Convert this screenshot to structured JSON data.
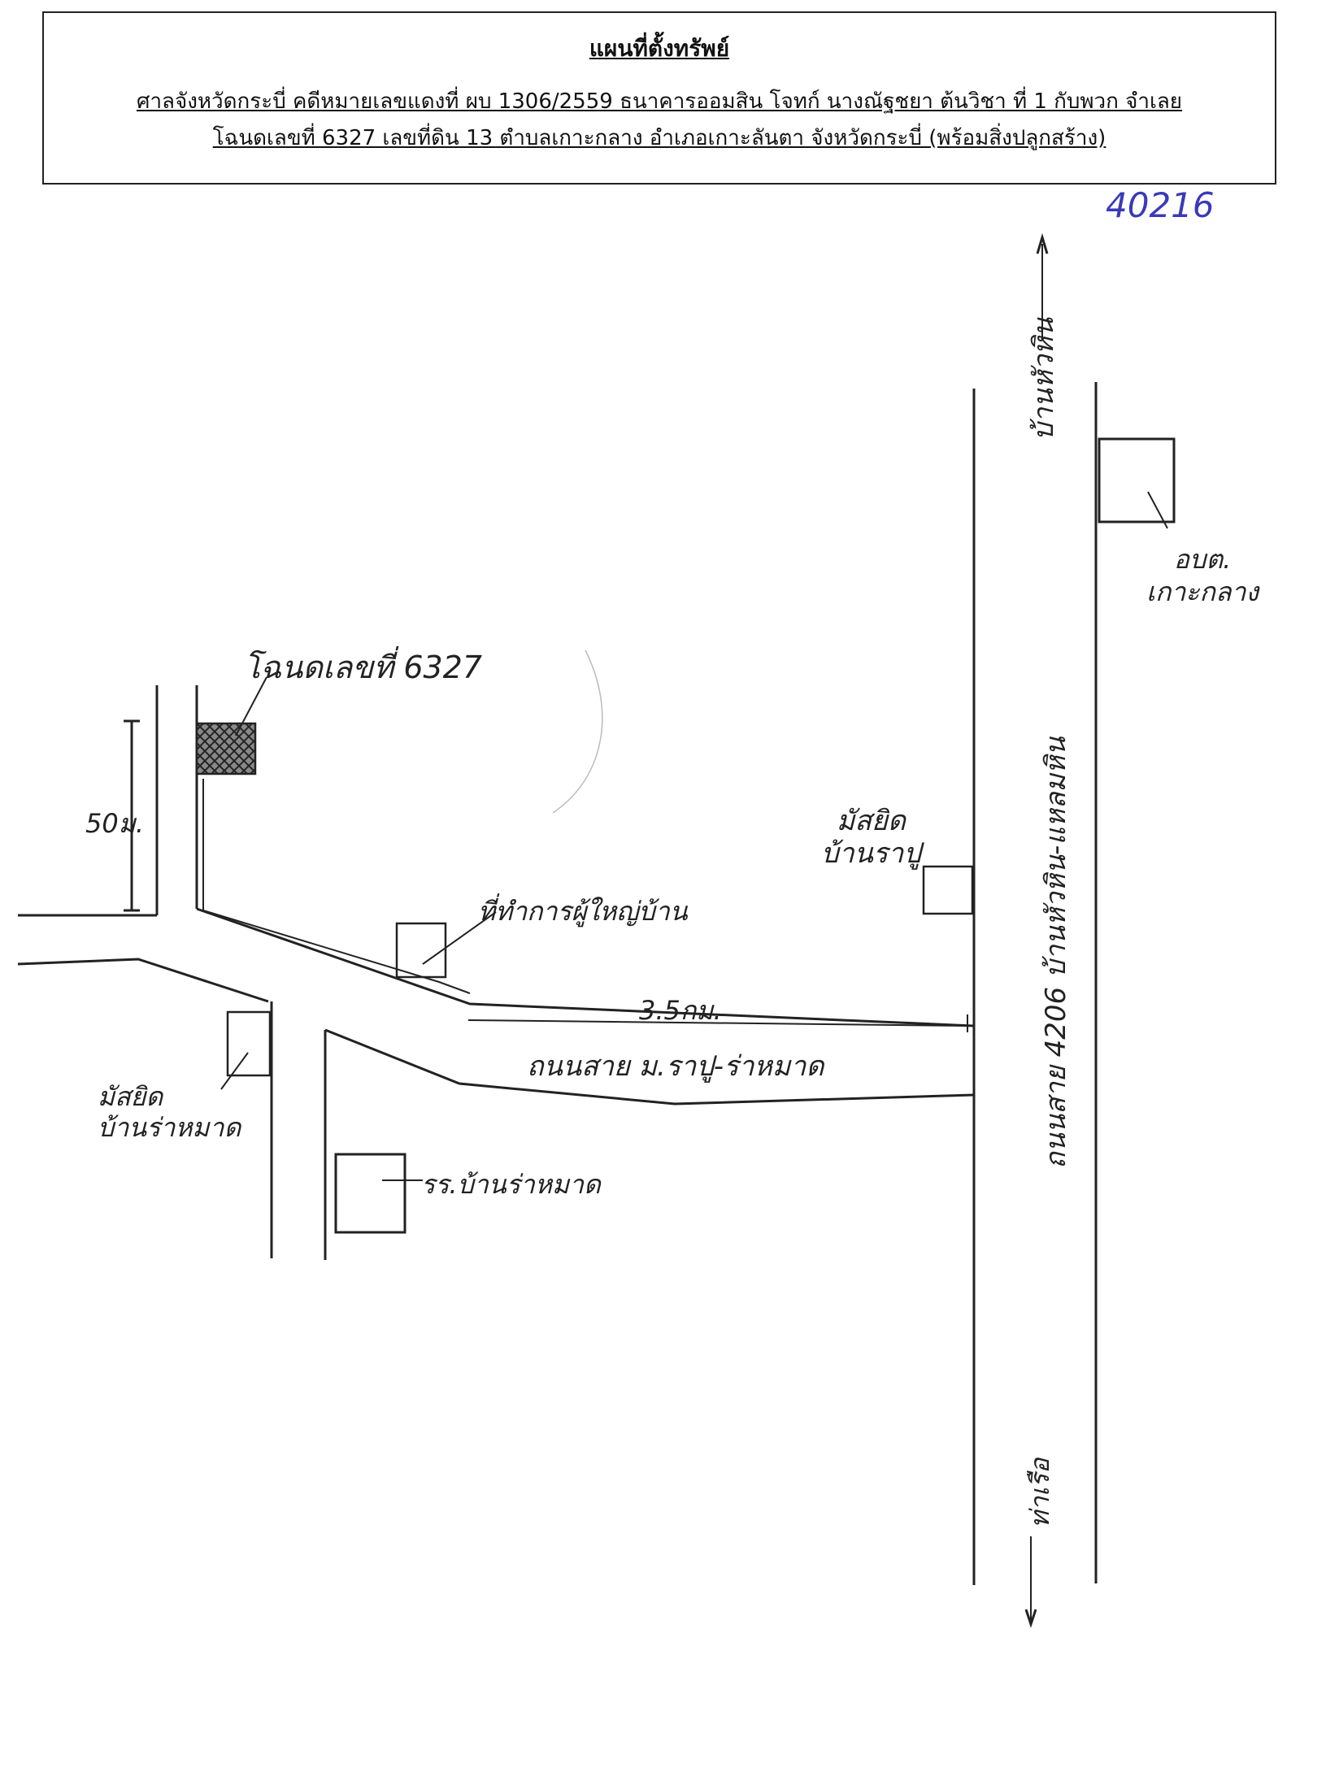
{
  "header": {
    "title": "แผนที่ตั้งทรัพย์",
    "line1": "ศาลจังหวัดกระบี่ คดีหมายเลขแดงที่ ผบ 1306/2559 ธนาคารออมสิน โจทก์ นางณัฐชยา ต้นวิชา ที่ 1 กับพวก จำเลย",
    "line2": "โฉนดเลขที่ 6327 เลขที่ดิน 13 ตำบลเกาะกลาง อำเภอเกาะลันตา จังหวัดกระบี่ (พร้อมสิ่งปลูกสร้าง)"
  },
  "reference_number": "40216",
  "map": {
    "labels": {
      "deed_label": "โฉนดเลขที่ 6327",
      "distance_50m": "50ม.",
      "village_head_office": "ที่ทำการผู้ใหญ่บ้าน",
      "distance_3_5km": "3.5กม.",
      "road_rapu_ranmad": "ถนนสาย ม.ราปู-ร่าหมาด",
      "mosque_ranmad": "มัสยิด\nบ้านร่าหมาด",
      "school_ranmad": "รร.บ้านร่าหมาด",
      "mosque_rapu": "มัสยิด\nบ้านราปู",
      "highway_4206": "ถนนสาย 4206 บ้านหัวหิน-แหลมหิน",
      "to_ban_hua_hin": "บ้านหัวหิน",
      "to_tha_ruea": "ท่าเรือ",
      "obt_kokklang": "อบต.\nเกาะกลาง"
    },
    "colors": {
      "ink": "#222222",
      "reference_ink": "#3a3ab8"
    }
  }
}
